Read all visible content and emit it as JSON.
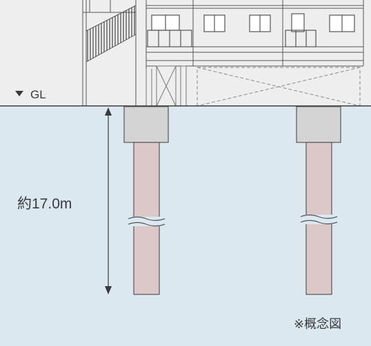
{
  "ground": {
    "marker_label": "GL",
    "marker_icon": "down-triangle-icon"
  },
  "dimension": {
    "depth_label": "約17.0m"
  },
  "piles": [
    {
      "name": "pile-left"
    },
    {
      "name": "pile-right"
    }
  ],
  "note": {
    "text": "※概念図"
  },
  "colors": {
    "sky": "#eeeeee",
    "soil": "#dbe8f0",
    "pile": "#dcc8c8",
    "pile_cap": "#d4d4d4",
    "line": "#555555"
  }
}
